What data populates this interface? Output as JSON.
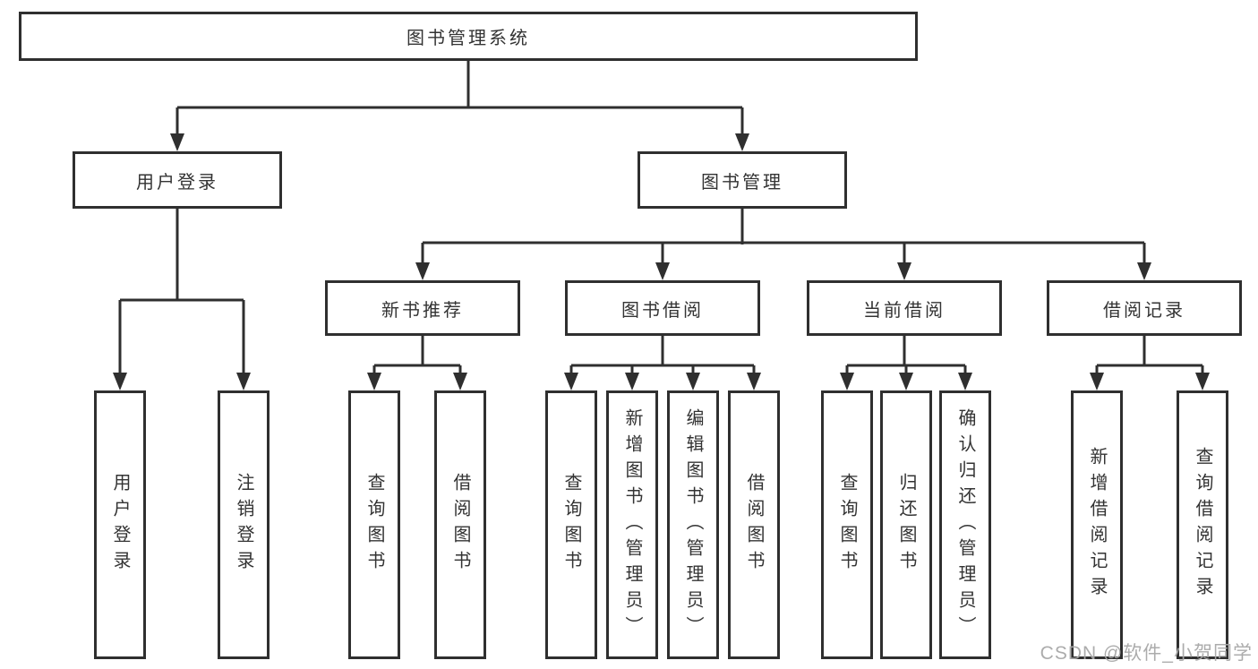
{
  "tree": {
    "root": {
      "label": "图书管理系统",
      "children": [
        {
          "label": "用户登录",
          "children": [
            {
              "label": "用户登录"
            },
            {
              "label": "注销登录"
            }
          ]
        },
        {
          "label": "图书管理",
          "children": [
            {
              "label": "新书推荐",
              "children": [
                {
                  "label": "查询图书"
                },
                {
                  "label": "借阅图书"
                }
              ]
            },
            {
              "label": "图书借阅",
              "children": [
                {
                  "label": "查询图书"
                },
                {
                  "label": "新增图书（管理员）"
                },
                {
                  "label": "编辑图书（管理员）"
                },
                {
                  "label": "借阅图书"
                }
              ]
            },
            {
              "label": "当前借阅",
              "children": [
                {
                  "label": "查询图书"
                },
                {
                  "label": "归还图书"
                },
                {
                  "label": "确认归还（管理员）"
                }
              ]
            },
            {
              "label": "借阅记录",
              "children": [
                {
                  "label": "新增借阅记录"
                },
                {
                  "label": "查询借阅记录"
                }
              ]
            }
          ]
        }
      ]
    }
  },
  "watermark": {
    "text": "CSDN @软件_小贺同学"
  },
  "colors": {
    "line": "#2f2f2f",
    "text": "#333333",
    "box_bg": "#ffffff",
    "watermark": "#a8a8a8"
  }
}
